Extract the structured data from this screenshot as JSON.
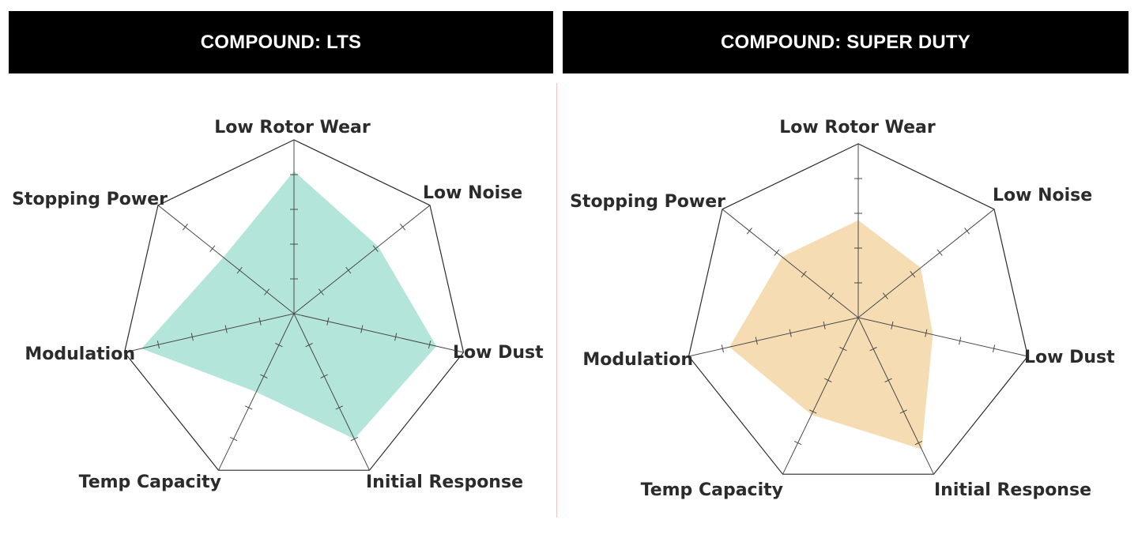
{
  "headers": {
    "left": "COMPOUND: LTS",
    "right": "COMPOUND: SUPER DUTY"
  },
  "chart_data": [
    {
      "type": "radar",
      "title": "COMPOUND: LTS",
      "axes": [
        "Low Rotor Wear",
        "Low Noise",
        "Low Dust",
        "Initial Response",
        "Temp Capacity",
        "Modulation",
        "Stopping Power"
      ],
      "max": 5,
      "ticks": 5,
      "values": [
        4.1,
        3.1,
        4.2,
        4.0,
        2.5,
        4.5,
        2.6
      ],
      "fill_color": "#b3e5da"
    },
    {
      "type": "radar",
      "title": "COMPOUND: SUPER DUTY",
      "axes": [
        "Low Rotor Wear",
        "Low Noise",
        "Low Dust",
        "Initial Response",
        "Temp Capacity",
        "Modulation",
        "Stopping Power"
      ],
      "max": 5,
      "ticks": 5,
      "values": [
        2.8,
        2.3,
        2.2,
        4.2,
        3.1,
        3.8,
        2.8
      ],
      "fill_color": "#f5dcb2"
    }
  ]
}
